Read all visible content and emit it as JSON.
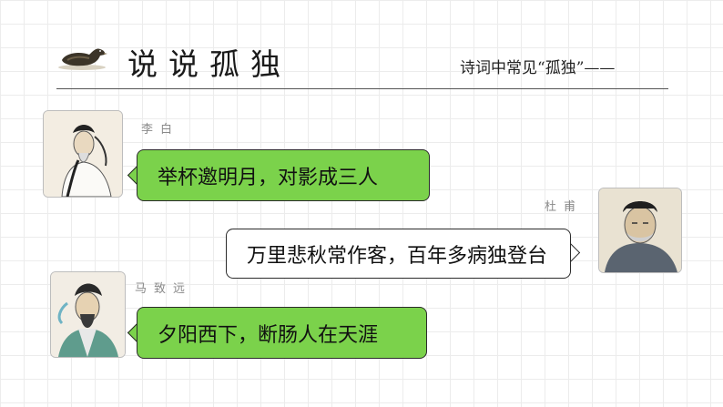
{
  "header": {
    "title": "说说孤独",
    "subtitle": "诗词中常见“孤独”——"
  },
  "icons": {
    "header_logo": "duck-icon",
    "avatars": [
      "portrait-li-bai-icon",
      "portrait-du-fu-icon",
      "portrait-ma-zhiyuan-icon"
    ]
  },
  "chat": [
    {
      "poet": "李白",
      "line": "举杯邀明月，对影成三人",
      "side": "left",
      "bubble_color": "#7bd24b"
    },
    {
      "poet": "杜甫",
      "line": "万里悲秋常作客，百年多病独登台",
      "side": "right",
      "bubble_color": "#ffffff"
    },
    {
      "poet": "马致远",
      "line": "夕阳西下，断肠人在天涯",
      "side": "left",
      "bubble_color": "#7bd24b"
    }
  ]
}
